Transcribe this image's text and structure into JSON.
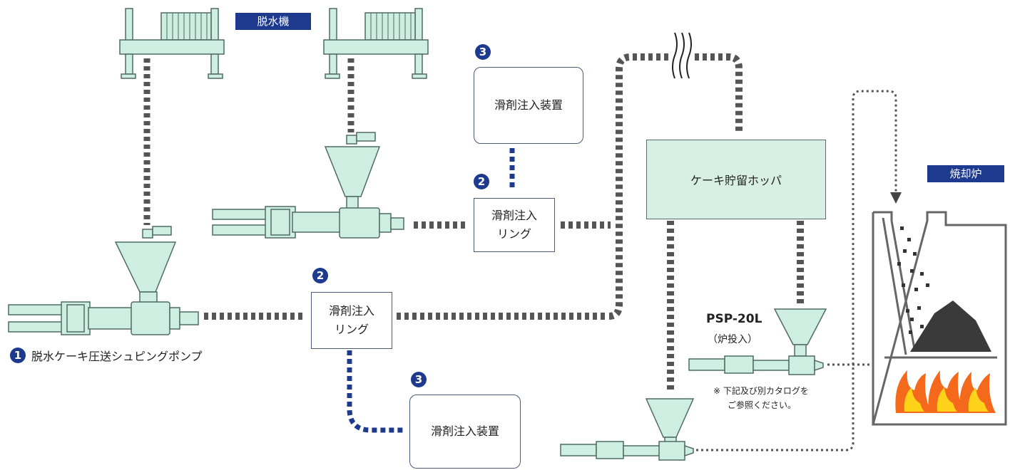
{
  "labels": {
    "dewatering_machine": "脱水機",
    "incinerator": "焼却炉",
    "hopper": "ケーキ貯留ホッパ",
    "device_top": "滑剤注入装置",
    "device_bottom": "滑剤注入装置",
    "ring_upper_line1": "滑剤注入",
    "ring_upper_line2": "リング",
    "ring_lower_line1": "滑剤注入",
    "ring_lower_line2": "リング",
    "pump_caption": "脱水ケーキ圧送シュピングポンプ",
    "psp_model": "PSP-20L",
    "psp_note": "（炉投入）",
    "reference_note_line1": "※ 下記及び別カタログを",
    "reference_note_line2": "ご参照ください。"
  },
  "markers": {
    "one": "1",
    "two_upper": "2",
    "two_lower": "2",
    "three_top": "3",
    "three_bottom": "3"
  },
  "colors": {
    "equipment_fill": "#cdeee0",
    "equipment_stroke": "#4f6b66",
    "brand_blue": "#1d3a8f",
    "pipe_gray": "#555555",
    "flame_orange": "#f5691c",
    "flame_yellow": "#ffd21a"
  }
}
